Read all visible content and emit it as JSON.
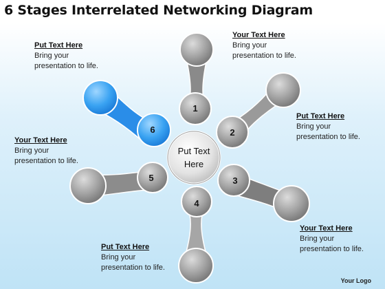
{
  "title": "6 Stages Interrelated Networking Diagram",
  "center": {
    "line1": "Put Text",
    "line2": "Here"
  },
  "stages": [
    {
      "number": "1",
      "color": "#8a8a8a"
    },
    {
      "number": "2",
      "color": "#9a9a9a"
    },
    {
      "number": "3",
      "color": "#7e7e7e"
    },
    {
      "number": "4",
      "color": "#a6a6a6"
    },
    {
      "number": "5",
      "color": "#8c8c8c"
    },
    {
      "number": "6",
      "color": "#2a8de8"
    }
  ],
  "callouts": [
    {
      "heading": "Put Text Here",
      "line1": "Bring your",
      "line2": "presentation to life."
    },
    {
      "heading": "Your Text Here",
      "line1": "Bring your",
      "line2": "presentation to life."
    },
    {
      "heading": "Put Text Here",
      "line1": "Bring your",
      "line2": "presentation to life."
    },
    {
      "heading": "Your Text Here",
      "line1": "Bring your",
      "line2": "presentation to life."
    },
    {
      "heading": "Your Text Here",
      "line1": "Bring your",
      "line2": "presentation to life."
    },
    {
      "heading": "Put Text Here",
      "line1": "Bring your",
      "line2": "presentation to life."
    }
  ],
  "logo": "Your Logo"
}
